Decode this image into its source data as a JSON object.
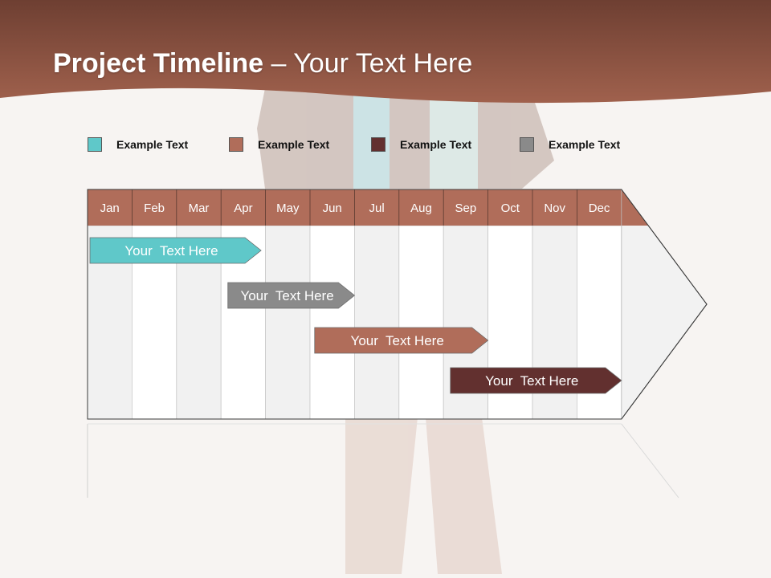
{
  "title": {
    "bold": "Project Timeline",
    "normal": " – Your Text Here"
  },
  "colors": {
    "header": "#8e5543",
    "month_header": "#b06d5a",
    "teal": "#5fc8c9",
    "gray": "#8a8a8a",
    "rust": "#b06d5a",
    "maroon": "#62302f"
  },
  "legend": [
    {
      "label": "Example Text",
      "color": "#5fc8c9"
    },
    {
      "label": "Example Text",
      "color": "#b06d5a"
    },
    {
      "label": "Example Text",
      "color": "#62302f"
    },
    {
      "label": "Example Text",
      "color": "#8a8a8a"
    }
  ],
  "months": [
    "Jan",
    "Feb",
    "Mar",
    "Apr",
    "May",
    "Jun",
    "Jul",
    "Aug",
    "Sep",
    "Oct",
    "Nov",
    "Dec"
  ],
  "tasks": [
    {
      "label": "Your  Text Here",
      "start_month": 1.0,
      "end_month": 4.9,
      "color": "#5fc8c9",
      "text_color": "#ffffff"
    },
    {
      "label": "Your  Text Here",
      "start_month": 4.1,
      "end_month": 7.0,
      "color": "#8a8a8a",
      "text_color": "#ffffff"
    },
    {
      "label": "Your  Text Here",
      "start_month": 6.05,
      "end_month": 10.0,
      "color": "#b06d5a",
      "text_color": "#ffffff"
    },
    {
      "label": "Your  Text Here",
      "start_month": 9.1,
      "end_month": 13.0,
      "color": "#62302f",
      "text_color": "#ffffff"
    }
  ]
}
